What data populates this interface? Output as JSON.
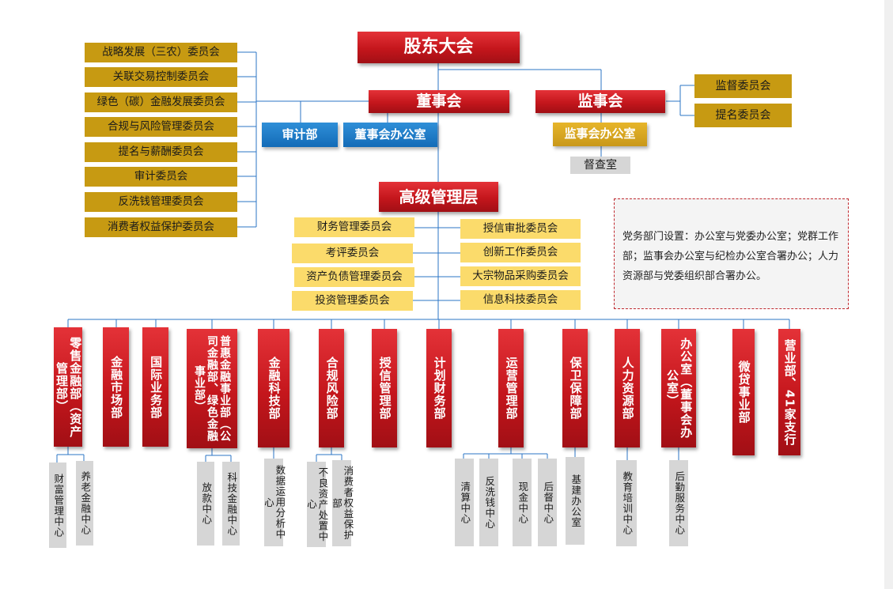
{
  "top": {
    "shareholders": "股东大会",
    "board": "董事会",
    "supervisors": "监事会",
    "audit_dept": "审计部",
    "board_office": "董事会办公室",
    "supervisor_office": "监事会办公室",
    "inspection_office": "督查室",
    "senior_management": "高级管理层"
  },
  "board_committees": [
    "战略发展（三农）委员会",
    "关联交易控制委员会",
    "绿色（碳）金融发展委员会",
    "合规与风险管理委员会",
    "提名与薪酬委员会",
    "审计委员会",
    "反洗钱管理委员会",
    "消费者权益保护委员会"
  ],
  "supervisor_committees": [
    "监督委员会",
    "提名委员会"
  ],
  "management_committees_left": [
    "财务管理委员会",
    "考评委员会",
    "资产负债管理委员会",
    "投资管理委员会"
  ],
  "management_committees_right": [
    "授信审批委员会",
    "创新工作委员会",
    "大宗物品采购委员会",
    "信息科技委员会"
  ],
  "note": {
    "text": "党务部门设置：办公室与党委办公室；党群工作部；监事会办公室与纪检办公室合署办公；人力资源部与党委组织部合署办公。"
  },
  "departments": [
    "零售金融部（资产管理部）",
    "金融市场部",
    "国际业务部",
    "普惠金融事业部（公司金融部、绿色金融事业部）",
    "金融科技部",
    "合规风险部",
    "授信管理部",
    "计划财务部",
    "运营管理部",
    "保卫保障部",
    "人力资源部",
    "办公室（董事会办公室）",
    "微贷事业部",
    "营业部、41家支行"
  ],
  "sub_units": [
    "财富管理中心",
    "养老金融中心",
    "放款中心",
    "科技金融中心",
    "数据运用分析中心",
    "不良资产处置中心",
    "消费者权益保护部",
    "清算中心",
    "反洗钱中心",
    "现金中心",
    "后督中心",
    "基建办公室",
    "教育培训中心",
    "后勤服务中心"
  ]
}
